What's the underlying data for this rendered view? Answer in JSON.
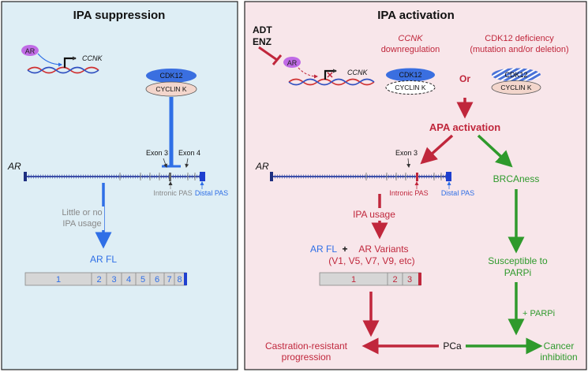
{
  "left_panel": {
    "title": "IPA suppression",
    "ar_bubble": "AR",
    "ccnk_gene": "CCNK",
    "cdk12": "CDK12",
    "cyclin_k": "CYCLIN K",
    "ar_gene": "AR",
    "exon3": "Exon 3",
    "exon4": "Exon 4",
    "intronic_pas": "Intronic PAS",
    "distal_pas": "Distal PAS",
    "usage_line1": "Little or no",
    "usage_line2": "IPA usage",
    "ar_fl": "AR FL",
    "exons": [
      "1",
      "2",
      "3",
      "4",
      "5",
      "6",
      "7",
      "8"
    ]
  },
  "right_panel": {
    "title": "IPA activation",
    "adt": "ADT",
    "enz": "ENZ",
    "ar_bubble": "AR",
    "ccnk_gene": "CCNK",
    "ccnk_down_1": "CCNK",
    "ccnk_down_2": "downregulation",
    "cdk12_def_1": "CDK12 deficiency",
    "cdk12_def_2": "(mutation and/or deletion)",
    "cdk12_a": "CDK12",
    "cyclin_k_a": "CYCLIN K",
    "or": "Or",
    "cdk12_b": "CDK12",
    "cyclin_k_b": "CYCLIN K",
    "apa": "APA activation",
    "ar_gene": "AR",
    "exon3": "Exon 3",
    "intronic_pas": "Intronic PAS",
    "distal_pas": "Distal PAS",
    "brcaness": "BRCAness",
    "ipa_usage": "IPA usage",
    "ar_fl": "AR FL",
    "plus": "+",
    "ar_variants": "AR Variants",
    "variants_list": "(V1, V5, V7, V9, etc)",
    "exons": [
      "1",
      "2",
      "3"
    ],
    "susceptible_1": "Susceptible to",
    "susceptible_2": "PARPi",
    "plus_parpi": "+ PARPi",
    "pca": "PCa",
    "crpc_1": "Castration-resistant",
    "crpc_2": "progression",
    "inhib_1": "Cancer",
    "inhib_2": "inhibition"
  },
  "colors": {
    "left_bg": "#deeef5",
    "right_bg": "#f8e6ea",
    "blue": "#2f6fe6",
    "red": "#c0273c",
    "green": "#2f9a2c",
    "purple": "#c06be6",
    "gray": "#888888"
  }
}
